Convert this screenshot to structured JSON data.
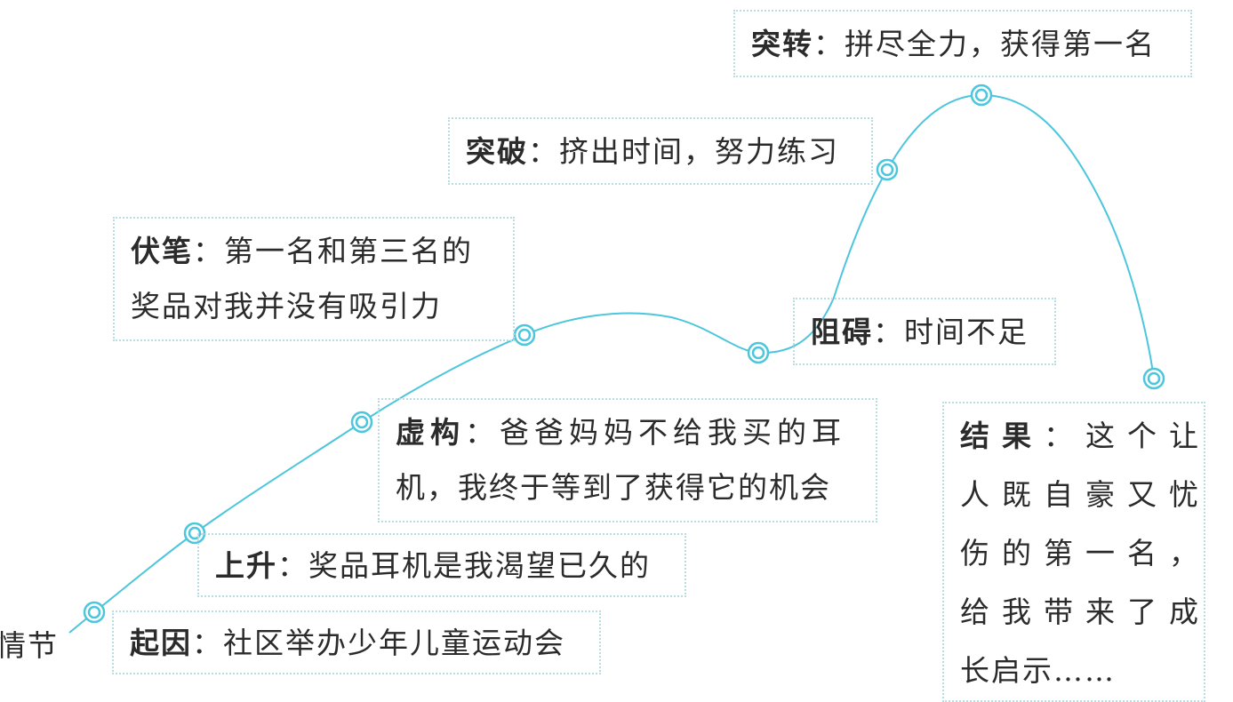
{
  "corner_label": "情节",
  "line_color": "#4cc6dc",
  "box_border_color": "#b9dde3",
  "events": [
    {
      "id": "qiyin",
      "label": "起因",
      "sep": "：",
      "text": "社区举办少年儿童运动会"
    },
    {
      "id": "shangsheng",
      "label": "上升",
      "sep": "：",
      "text": "奖品耳机是我渴望已久的"
    },
    {
      "id": "xugou",
      "label": "虚构",
      "sep": "：",
      "text_lines": [
        "爸爸妈妈不给我买的耳",
        "机，我终于等到了获得它的机会"
      ]
    },
    {
      "id": "fubi",
      "label": "伏笔",
      "sep": "：",
      "text_lines": [
        "第一名和第三名的",
        "奖品对我并没有吸引力"
      ]
    },
    {
      "id": "zuai",
      "label": "阻碍",
      "sep": "：",
      "text": "时间不足"
    },
    {
      "id": "tupo",
      "label": "突破",
      "sep": "：",
      "text": "挤出时间，努力练习"
    },
    {
      "id": "tuzhuan",
      "label": "突转",
      "sep": "：",
      "text": "拼尽全力，获得第一名"
    },
    {
      "id": "jieguo",
      "label": "结果",
      "sep": "：",
      "text_lines": [
        "这个让",
        "人既自豪又忧",
        "伤的第一名，",
        "给我带来了成",
        "长启示……"
      ]
    }
  ]
}
